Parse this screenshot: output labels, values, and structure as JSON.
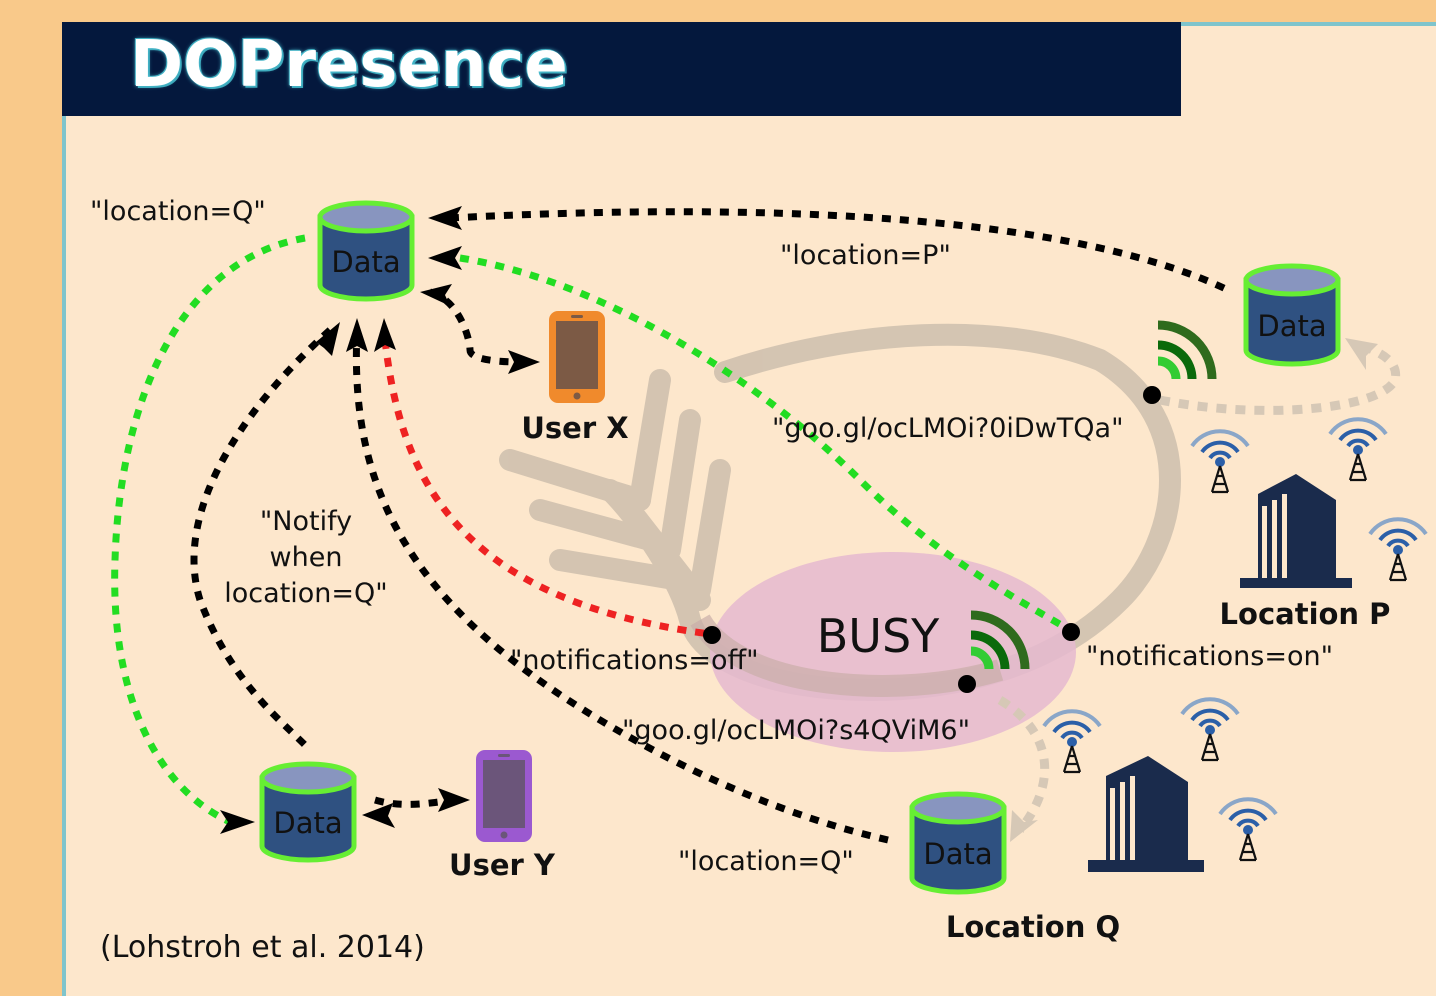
{
  "title": "DOPresence",
  "citation": "(Lohstroh et al. 2014)",
  "labels": {
    "location_q_top": "\"location=Q\"",
    "location_p": "\"location=P\"",
    "url_top": "\"goo.gl/ocLMOi?0iDwTQa\"",
    "notify_line1": "\"Notify",
    "notify_line2": "when",
    "notify_line3": "location=Q\"",
    "notifications_off": "\"notifications=off\"",
    "notifications_on": "\"notifications=on\"",
    "url_bottom": "\"goo.gl/ocLMOi?s4QViM6\"",
    "location_q_bottom": "\"location=Q\""
  },
  "db_label": "Data",
  "users": {
    "x": "User X",
    "y": "User Y"
  },
  "locations": {
    "p": "Location P",
    "q": "Location Q"
  },
  "state": "BUSY",
  "colors": {
    "title_bar": "#04183d",
    "db_fill": "#2f5181",
    "db_top": "#8895bf",
    "db_outline": "#66ee33",
    "green_dots": "#22dd22",
    "red_dots": "#ee2222",
    "black_dots": "#000000",
    "busy_ellipse": "#e5b9cf",
    "phone_x": "#f08a2c",
    "phone_y": "#9b59d0",
    "building": "#1a2b4c"
  }
}
